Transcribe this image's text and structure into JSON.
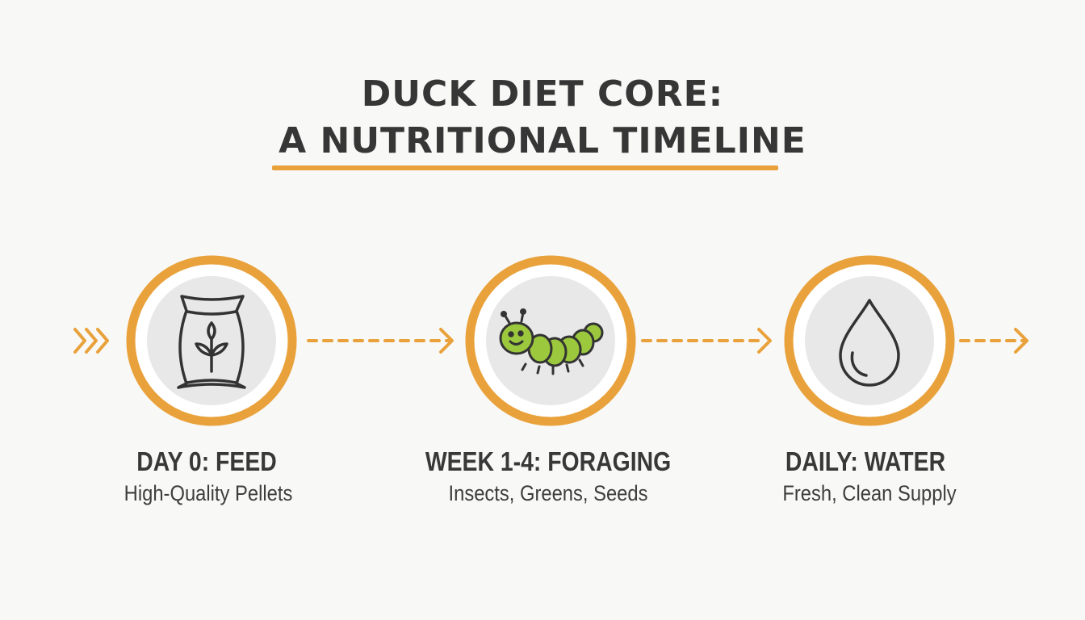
{
  "title": {
    "line1": "DUCK DIET CORE:",
    "line2": "A NUTRITIONAL TIMELINE"
  },
  "colors": {
    "accent": "#e9a23b",
    "caterpillar": "#9bc83d",
    "icon_stroke": "#333333",
    "circle_fill": "#e8e8e8"
  },
  "steps": [
    {
      "icon": "feed-bag-icon",
      "heading": "DAY 0: FEED",
      "subtitle": "High-Quality Pellets"
    },
    {
      "icon": "caterpillar-icon",
      "heading": "WEEK 1-4: FORAGING",
      "subtitle": "Insects, Greens, Seeds"
    },
    {
      "icon": "water-drop-icon",
      "heading": "DAILY: WATER",
      "subtitle": "Fresh, Clean Supply"
    }
  ]
}
